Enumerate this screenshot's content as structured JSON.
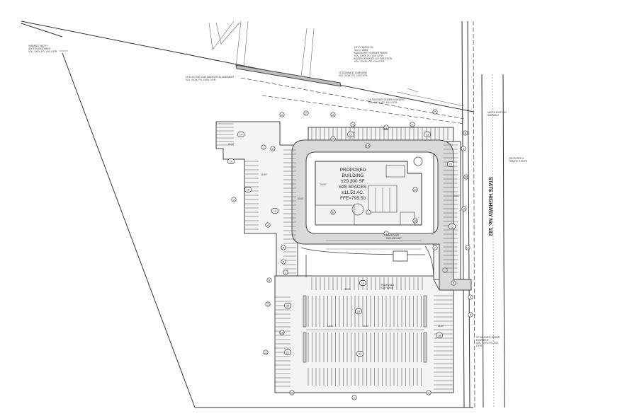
{
  "building": {
    "lines": [
      "PROPOSED",
      "BUILDING",
      "±29,300 SF",
      "628 SPACES",
      "±11.52 AC.",
      "FFE=795.50"
    ]
  },
  "highway": {
    "label": "STATE HIGHWAY No. 183"
  },
  "callouts": {
    "lot": [
      "LOT 3, BLOCK XX",
      "S.U.D. 18964",
      "MONTERREY CORNER PHASE",
      "VOL. XXXX, PG. XXX O.P.R.",
      "MODIFICATION OF LOT PARTITION",
      "VOL. 1XXXX, PG. XXX O.P.R."
    ],
    "drainage_easement": [
      "15' DRAINAGE EASEMENT",
      "VOL. XXXX, PG. XXX O.P.R."
    ],
    "electric_easement": [
      "15' ELECTRIC LINE (DEDICATED) EASEMENT",
      "VOL. XXXX, PG. XXXX O.P.R."
    ],
    "sewer_easement": [
      "15' SANITARY SEWER EASEMENT",
      "VOL. XXXX, PG. XXX O.P.R."
    ],
    "access_easement": [
      "VARIABLE WIDTH",
      "ACCESS EASEMENT",
      "VOL. XXXX, PG. XXX O.P.R."
    ],
    "match_existing": [
      "MATCH EXISTING",
      "SIDEWALK"
    ],
    "traffic_signal": [
      "PROPOSED 4'",
      "TRAFFIC STRIPE"
    ],
    "vacuum": [
      "PROPOSED",
      "VACUUM UNIT"
    ],
    "car_wash": [
      "PROPOSED",
      "CAR WASH"
    ],
    "sewer_south": [
      "15' SANITARY SEWER",
      "EASEMENT",
      "VOL. XXXX, PG. XXX",
      "O.P.R."
    ]
  },
  "stall_counts": [
    "14",
    "12",
    "13",
    "15",
    "10",
    "10",
    "25",
    "21",
    "24",
    "14",
    "24",
    "24",
    "18",
    "12"
  ],
  "dimensions": [
    "24.00'",
    "24.00'",
    "20.00'",
    "26.00'",
    "24.00'",
    "20.00'",
    "24.00'",
    "18.00'",
    "24.00'",
    "24.00'"
  ],
  "keynote_labels": [
    "1",
    "2",
    "3",
    "4",
    "5",
    "6",
    "7",
    "8",
    "9",
    "10",
    "11",
    "12"
  ]
}
